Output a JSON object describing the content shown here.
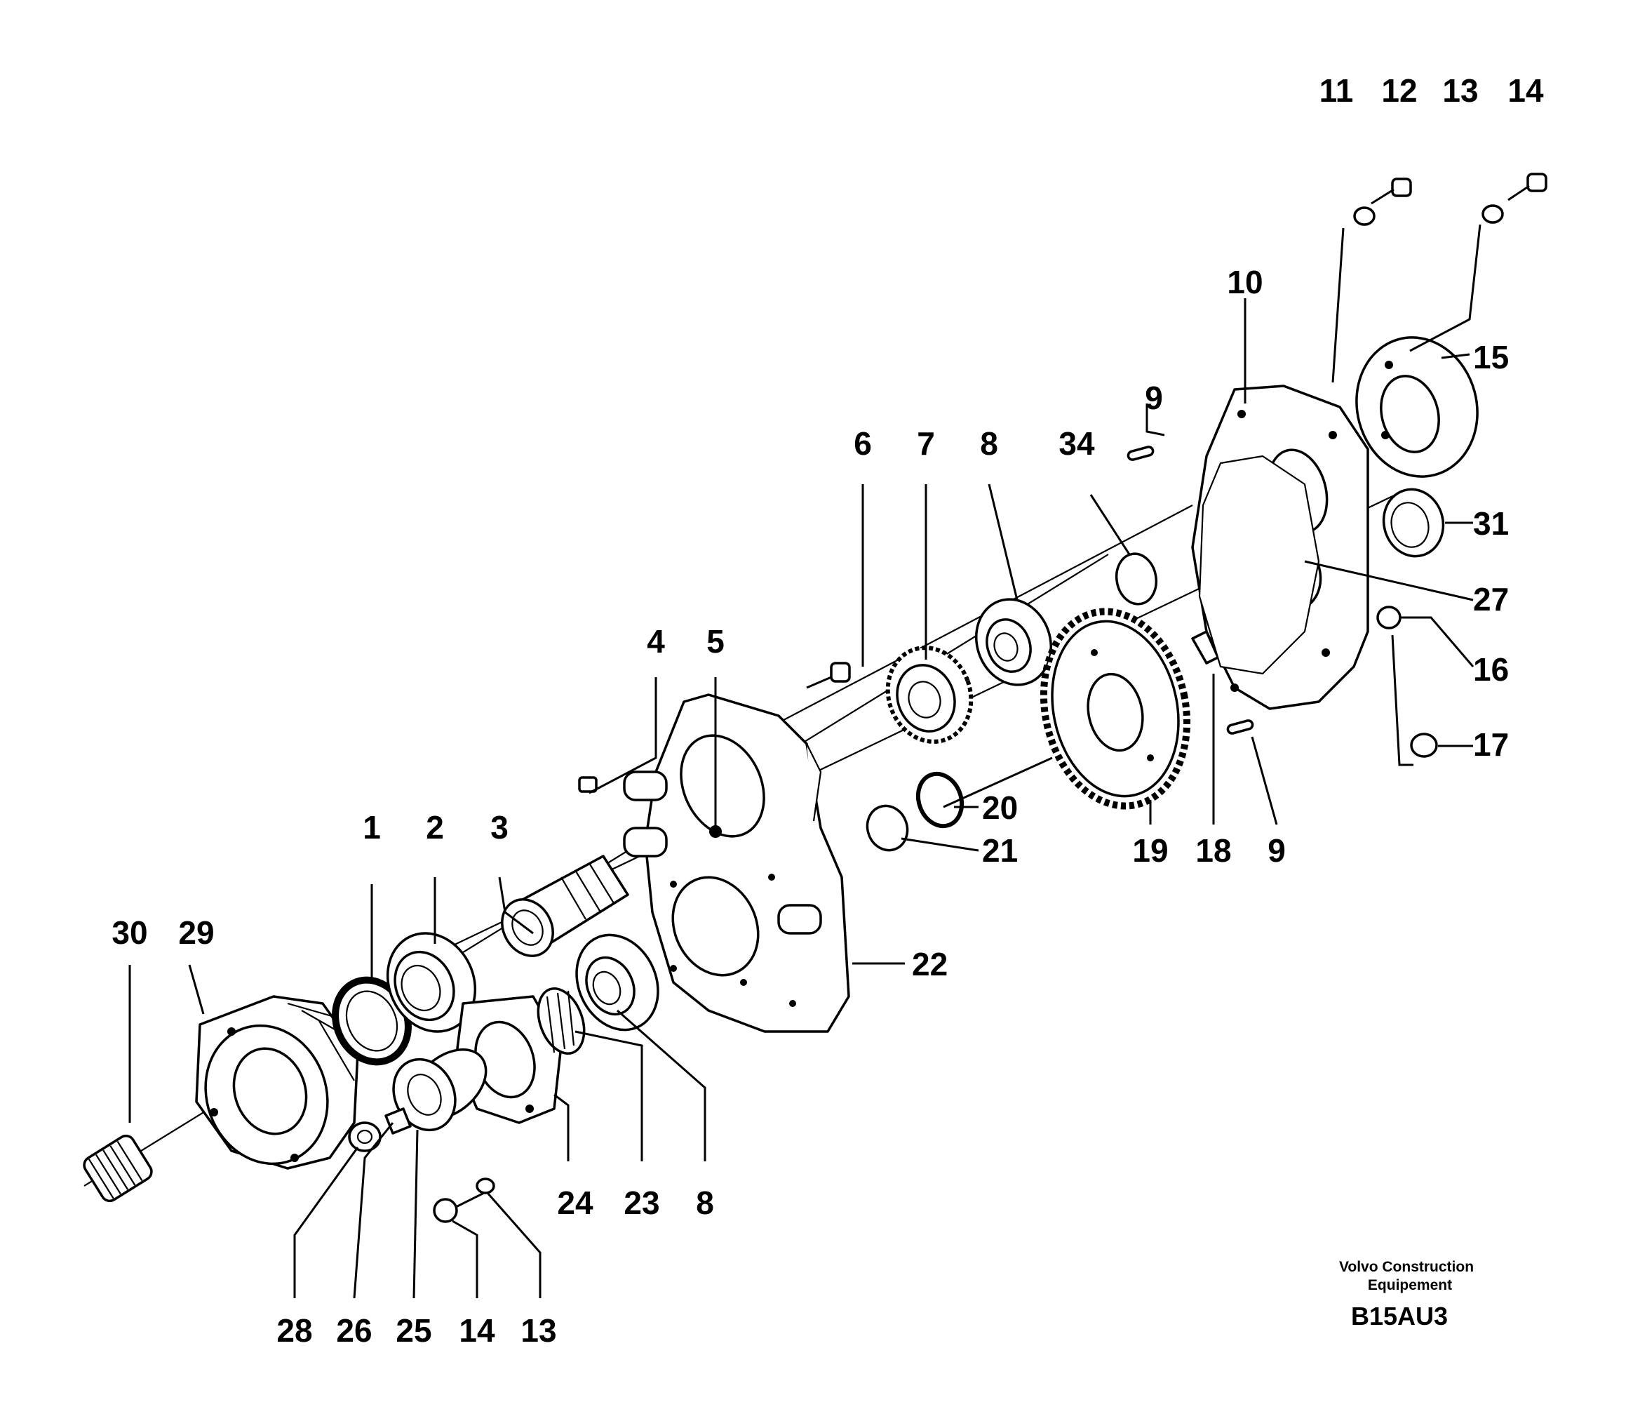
{
  "labels": {
    "l1": "1",
    "l2": "2",
    "l3": "3",
    "l4": "4",
    "l5": "5",
    "l6": "6",
    "l7": "7",
    "l8a": "8",
    "l8b": "8",
    "l9a": "9",
    "l9b": "9",
    "l10": "10",
    "l11": "11",
    "l12": "12",
    "l13a": "13",
    "l13b": "13",
    "l14a": "14",
    "l14b": "14",
    "l15": "15",
    "l16": "16",
    "l17": "17",
    "l18": "18",
    "l19": "19",
    "l20": "20",
    "l21": "21",
    "l22": "22",
    "l23": "23",
    "l24": "24",
    "l25": "25",
    "l26": "26",
    "l27": "27",
    "l28": "28",
    "l29": "29",
    "l30": "30",
    "l31": "31",
    "l34": "34"
  },
  "footer": {
    "company_line1": "Volvo Construction",
    "company_line2": "Equipement",
    "drawing_code": "B15AU3"
  }
}
